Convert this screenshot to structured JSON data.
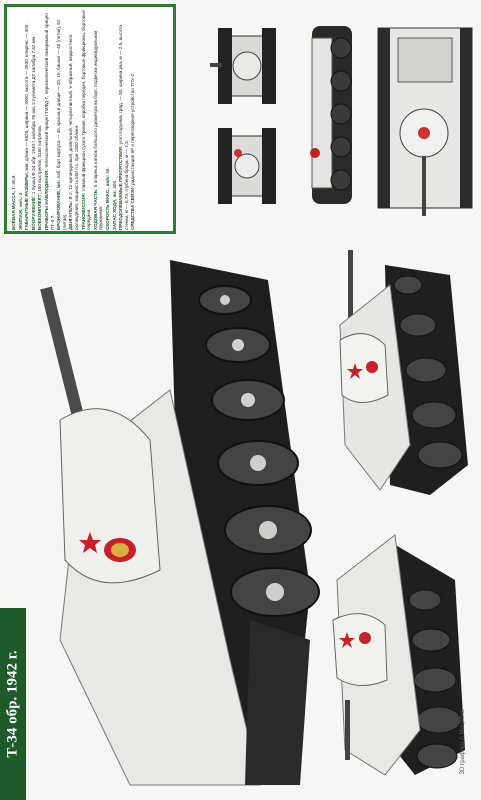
{
  "title": "Т-34 обр. 1942 г.",
  "credit": "3D графика А.Мациоха",
  "specs": [
    {
      "k": "БОЕВАЯ МАССА, т:",
      "v": "30,9."
    },
    {
      "k": "ЭКИПАЖ, чел.:",
      "v": "4."
    },
    {
      "k": "ГАБАРИТНЫЕ РАЗМЕРЫ, мм:",
      "v": "длина — 6620, ширина — 3000, высота — 2630, клиренс — 400."
    },
    {
      "k": "ВООРУЖЕНИЕ:",
      "v": "1 пушка Ф-34 обр. 1940 г. калибра 76 мм, 2 пулемета ДТ калибра 7,62 мм."
    },
    {
      "k": "БОЕКОМПЛЕКТ:",
      "v": "100 выстрелов, 3150 патронов."
    },
    {
      "k": "ПРИБОРЫ НАБЛЮДЕНИЯ:",
      "v": "телескопический прицел ТМФД-7, перископический панорамный прицел ПТ-4-7."
    },
    {
      "k": "БРОНИРОВАНИЕ, мм:",
      "v": "лоб, борт корпуса — 45, крыша и днище — 20, 15, башня — 45 (литая), 52 (литая)."
    },
    {
      "k": "ДВИГАТЕЛЬ:",
      "v": "В-2, 12-цилиндровый, дизельный, четырехтактный, V-образный, жидкостного охлаждения; мощность 500 л.с. при 1800 об/мин."
    },
    {
      "k": "ТРАНСМИССИЯ:",
      "v": "главный фрикцион сухого трения, коробка передач, бортовые фрикционы, бортовые передачи."
    },
    {
      "k": "ХОДОВАЯ ЧАСТЬ:",
      "v": "5 опорных катков большого диаметра на борт, подвеска индивидуальная пружинная."
    },
    {
      "k": "СКОРОСТЬ МАКС., км/ч:",
      "v": "55."
    },
    {
      "k": "ЗАПАС ХОДА, км:",
      "v": "300."
    },
    {
      "k": "ПРЕОДОЛЕВАЕМЫЕ ПРЕПЯТСТВИЯ:",
      "v": "угол подъема, град. — 30, ширина рва, м — 2,5, высота стенки, м — 0,73, глубина брода, м — 1,3."
    },
    {
      "k": "СРЕДСТВА СВЯЗИ:",
      "v": "радиостанция 9Р и переговорное устройство ТПУ-2."
    }
  ],
  "colors": {
    "accent": "#2d7a35",
    "title_bg": "#1f5a2a"
  }
}
